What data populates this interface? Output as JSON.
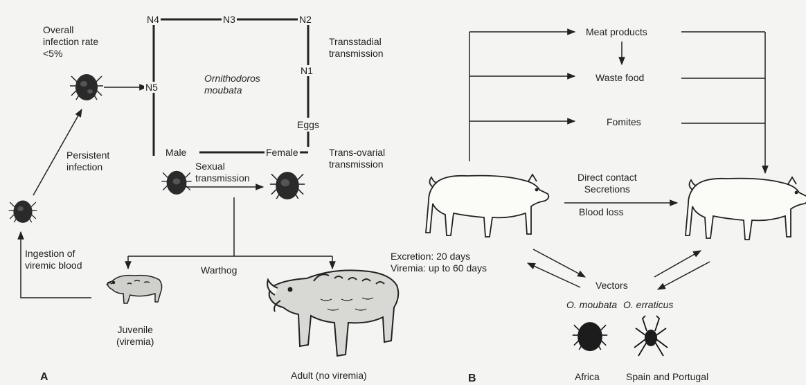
{
  "panel_a": {
    "letter": "A",
    "infection_rate": "Overall\ninfection rate\n<5%",
    "nodes": {
      "n4": "N4",
      "n3": "N3",
      "n2": "N2",
      "n1": "N1",
      "n5": "N5",
      "eggs": "Eggs",
      "male": "Male",
      "female": "Female"
    },
    "tick_species": "Ornithodoros\nmoubata",
    "transstadial": "Transstadial\ntransmission",
    "transovarial": "Trans-ovarial\ntransmission",
    "sexual": "Sexual\ntransmission",
    "persistent": "Persistent\ninfection",
    "ingestion": "Ingestion of\nviremic blood",
    "warthog": "Warthog",
    "juvenile": "Juvenile\n(viremia)",
    "adult": "Adult (no viremia)"
  },
  "panel_b": {
    "letter": "B",
    "meat": "Meat products",
    "waste": "Waste food",
    "fomites": "Fomites",
    "direct": "Direct contact\nSecretions",
    "blood": "Blood loss",
    "excretion": "Excretion: 20 days\nViremia: up to 60 days",
    "vectors": "Vectors",
    "moubata": "O. moubata",
    "erraticus": "O. erraticus",
    "africa": "Africa",
    "spain": "Spain and Portugal"
  },
  "icons": [
    "tick-icon",
    "warthog-icon",
    "pig-icon"
  ]
}
